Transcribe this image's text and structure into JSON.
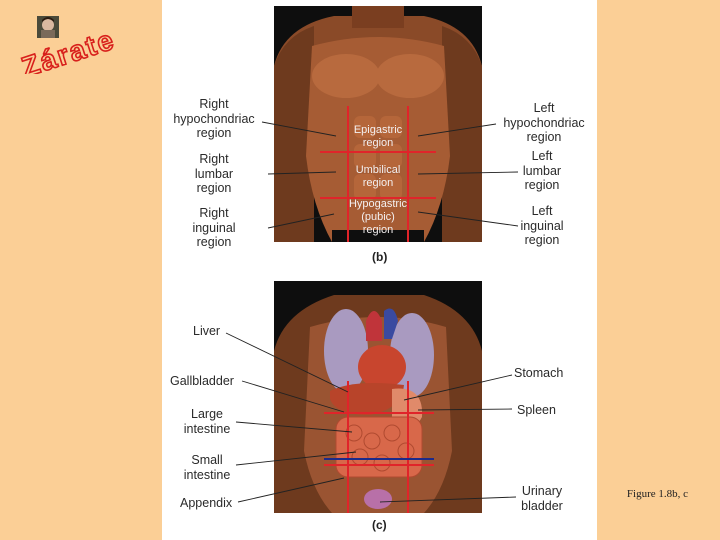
{
  "logo": {
    "text": "Zárate",
    "portrait_icon": "portrait-photo-icon"
  },
  "figure_b": {
    "caption": "(b)",
    "left_labels": [
      "Right\nhypochondriac\nregion",
      "Right\nlumbar\nregion",
      "Right\ninguinal\nregion"
    ],
    "right_labels": [
      "Left\nhypochondriac\nregion",
      "Left\nlumbar\nregion",
      "Left\ninguinal\nregion"
    ],
    "region_labels": [
      "Epigastric\nregion",
      "Umbilical\nregion",
      "Hypogastric\n(pubic)\nregion"
    ]
  },
  "figure_c": {
    "caption": "(c)",
    "left_labels": [
      "Liver",
      "Gallbladder",
      "Large\nintestine",
      "Small\nintestine",
      "Appendix"
    ],
    "right_labels": [
      "Stomach",
      "Spleen",
      "Urinary\nbladder"
    ]
  },
  "figure_caption": "Figure 1.8b, c",
  "colors": {
    "background": "#fbcf96",
    "panel": "#ffffff",
    "grid_red": "#e0242a",
    "grid_blue": "#1c2a8a",
    "logo_red": "#d8201c"
  }
}
